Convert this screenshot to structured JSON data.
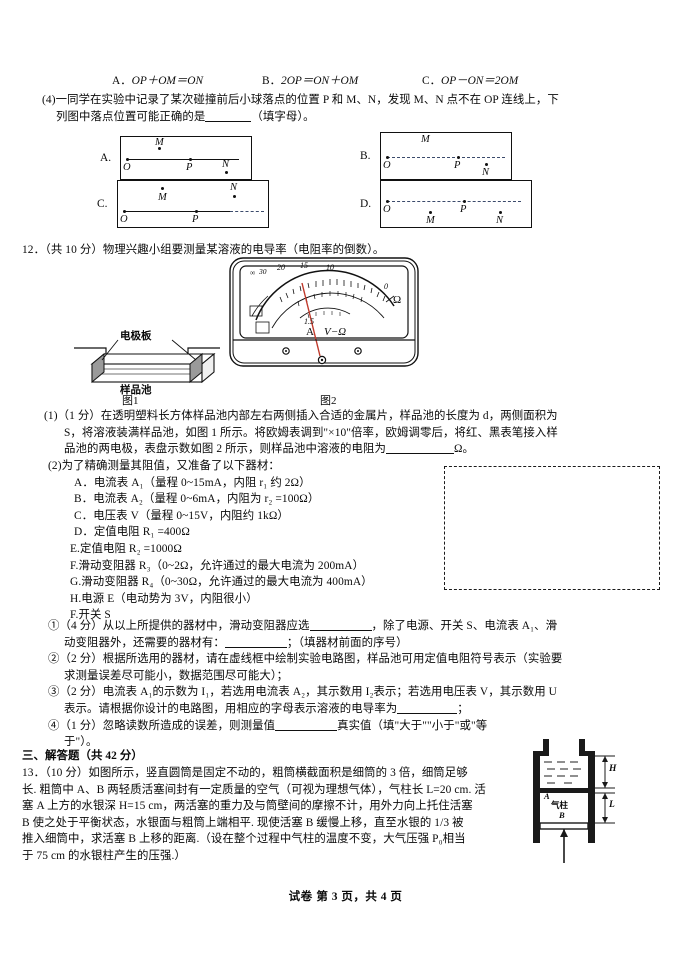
{
  "question11": {
    "options_inline": [
      {
        "letter": "A．",
        "text": "OP＋OM＝ON"
      },
      {
        "letter": "B．",
        "text": "2OP＝ON＋OM"
      },
      {
        "letter": "C．",
        "text": "OP－ON＝2OM"
      }
    ],
    "part4_line1": "(4)一同学在实验中记录了某次碰撞前后小球落点的位置 P 和 M、N，发现 M、N 点不在 OP 连线上，下",
    "part4_line2_a": "列图中落点位置可能正确的是",
    "part4_line2_b": "（填字母）。",
    "choices": [
      {
        "letter": "A.",
        "points": [
          "O",
          "M",
          "P",
          "N"
        ]
      },
      {
        "letter": "B.",
        "points": [
          "O",
          "M",
          "P",
          "N"
        ]
      },
      {
        "letter": "C.",
        "points": [
          "O",
          "M",
          "P",
          "N"
        ]
      },
      {
        "letter": "D.",
        "points": [
          "O",
          "M",
          "P",
          "N"
        ]
      }
    ]
  },
  "question12": {
    "stem": "12．（共 10 分）物理兴趣小组要测量某溶液的电导率（电阻率的倒数）。",
    "figure1": {
      "caption": "图1",
      "electrode_label": "电极板",
      "cell_label": "样品池"
    },
    "figure2": {
      "caption": "图2",
      "scale_numbers": [
        "∞",
        "30",
        "20",
        "15",
        "10",
        "0"
      ],
      "ohm_symbol": "Ω",
      "range_label": "1.5",
      "jack_a": "A",
      "jack_v_ohm": "V−Ω"
    },
    "part1_line1": "(1)（1 分）在透明塑料长方体样品池内部左右两侧插入合适的金属片，样品池的长度为 d，两侧面积为",
    "part1_line2": "S，将溶液装满样品池，如图 1 所示。将欧姆表调到\"×10\"倍率，欧姆调零后，将红、黑表笔接入样",
    "part1_line3_a": "品池的两电极，表盘示数如图 2 所示，则样品池中溶液的电阻为",
    "part1_line3_b": "Ω。",
    "part2_stem": "(2)为了精确测量其阻值，又准备了以下器材：",
    "equipment": [
      "A．电流表 A₁（量程 0~15mA，内阻 r₁ 约 2Ω）",
      "B．电流表 A₂（量程 0~6mA，内阻为 r₂ =100Ω）",
      "C．电压表 V（量程 0~15V，内阻约 1kΩ）",
      "D．定值电阻 R₁ =400Ω",
      "E.定值电阻 R₂ =1000Ω",
      "F.滑动变阻器 R₃（0~2Ω，允许通过的最大电流为 200mA）",
      "G.滑动变阻器 R₄（0~30Ω，允许通过的最大电流为 400mA）",
      "H.电源 E（电动势为 3V，内阻很小）",
      "F.开关 S"
    ],
    "sub1_line1_a": "①（4 分）从以上所提供的器材中，滑动变阻器应选",
    "sub1_line1_b": "，除了电源、开关 S、电流表 A₁、滑",
    "sub1_line2_a": "动变阻器外，还需要的器材有：",
    "sub1_line2_b": "；（填器材前面的序号）",
    "sub2_line1": "②（2 分）根据所选用的器材，请在虚线框中绘制实验电路图，样品池可用定值电阻符号表示（实验要",
    "sub2_line2": "求测量误差尽可能小，数据范围尽可能大）；",
    "sub3_line1": "③（2 分）电流表 A₁的示数为 I₁，若选用电流表 A₂，其示数用 I₂表示；若选用电压表 V，其示数用 U",
    "sub3_line2_a": "表示。请根据你设计的电路图，用相应的字母表示溶液的电导率为",
    "sub3_line2_b": "；",
    "sub4_line1_a": "④（1 分）忽略读数所造成的误差，则测量值",
    "sub4_line1_b": "真实值（填\"大于\"\"小于\"或\"等",
    "sub4_line2": "于\"）。"
  },
  "section3": {
    "heading": "三、解答题（共 42 分）",
    "question13": {
      "line1": "13．（10 分）如图所示，竖直圆筒是固定不动的，粗筒横截面积是细筒的 3 倍，细筒足够",
      "line2": "长. 粗筒中 A、B 两轻质活塞间封有一定质量的空气（可视为理想气体），气柱长 L=20 cm. 活",
      "line3": "塞 A 上方的水银深 H=15 cm，两活塞的重力及与筒壁间的摩擦不计，用外力向上托住活塞",
      "line4": "B 使之处于平衡状态，水银面与粗筒上端相平. 现使活塞 B 缓慢上移，直至水银的 1/3 被",
      "line5": "推入细筒中，求活塞 B 上移的距离.（设在整个过程中气柱的温度不变，大气压强 P₀相当",
      "line6": "于 75 cm 的水银柱产生的压强.）",
      "figure": {
        "piston_a": "A",
        "gas_label": "气柱",
        "piston_b": "B",
        "dim_h": "H",
        "dim_l": "L"
      }
    }
  },
  "footer": {
    "prefix": "试卷",
    "text": "第 3 页，共 4 页"
  }
}
